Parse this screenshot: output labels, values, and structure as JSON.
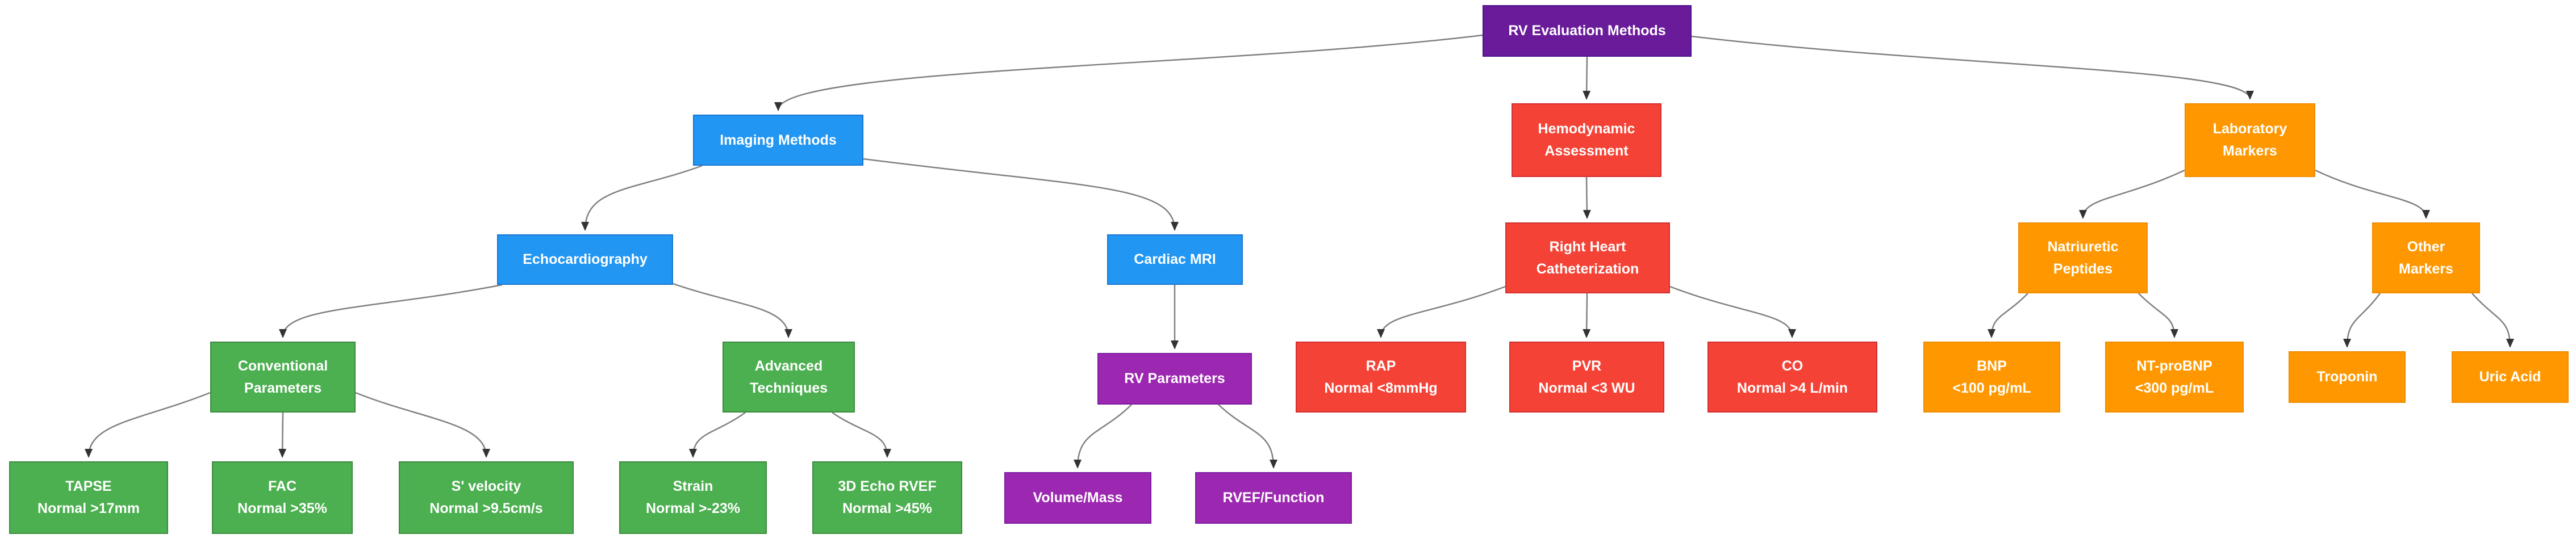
{
  "diagram": {
    "title": "RV Evaluation Methods",
    "type": "flowchart",
    "direction": "top-down"
  },
  "colors": {
    "purple_dark": "#6A1B9A",
    "purple_dark_border": "#4A148C",
    "purple": "#9C27B0",
    "purple_border": "#7B1FA2",
    "blue": "#2196F3",
    "blue_border": "#1976D2",
    "green": "#4CAF50",
    "green_border": "#3D8B40",
    "red": "#F44336",
    "red_border": "#D32F2F",
    "orange": "#FF9800",
    "orange_border": "#EF8C00",
    "edge": "#808080",
    "arrowhead": "#333333",
    "node_text": "#FFFFFF"
  },
  "nodes": {
    "root": {
      "label": "RV Evaluation Methods",
      "color": "purple_dark"
    },
    "imaging": {
      "label": "Imaging Methods",
      "color": "blue"
    },
    "hemodynamic": {
      "label": "Hemodynamic\nAssessment",
      "color": "red"
    },
    "laboratory": {
      "label": "Laboratory\nMarkers",
      "color": "orange"
    },
    "echocardiography": {
      "label": "Echocardiography",
      "color": "blue"
    },
    "cardiac_mri": {
      "label": "Cardiac MRI",
      "color": "blue"
    },
    "right_heart_cath": {
      "label": "Right Heart\nCatheterization",
      "color": "red"
    },
    "natriuretic_peptides": {
      "label": "Natriuretic\nPeptides",
      "color": "orange"
    },
    "other_markers": {
      "label": "Other\nMarkers",
      "color": "orange"
    },
    "conventional_parameters": {
      "label": "Conventional\nParameters",
      "color": "green"
    },
    "advanced_techniques": {
      "label": "Advanced\nTechniques",
      "color": "green"
    },
    "rv_parameters": {
      "label": "RV Parameters",
      "color": "purple"
    },
    "rap": {
      "label": "RAP\nNormal <8mmHg",
      "color": "red"
    },
    "pvr": {
      "label": "PVR\nNormal <3 WU",
      "color": "red"
    },
    "co": {
      "label": "CO\nNormal >4 L/min",
      "color": "red"
    },
    "bnp": {
      "label": "BNP\n<100 pg/mL",
      "color": "orange"
    },
    "nt_probnp": {
      "label": "NT-proBNP\n<300 pg/mL",
      "color": "orange"
    },
    "troponin": {
      "label": "Troponin",
      "color": "orange"
    },
    "uric_acid": {
      "label": "Uric Acid",
      "color": "orange"
    },
    "tapse": {
      "label": "TAPSE\nNormal >17mm",
      "color": "green"
    },
    "fac": {
      "label": "FAC\nNormal >35%",
      "color": "green"
    },
    "s_velocity": {
      "label": "S' velocity\nNormal >9.5cm/s",
      "color": "green"
    },
    "strain": {
      "label": "Strain\nNormal >-23%",
      "color": "green"
    },
    "echo_3d_rvef": {
      "label": "3D Echo RVEF\nNormal >45%",
      "color": "green"
    },
    "volume_mass": {
      "label": "Volume/Mass",
      "color": "purple"
    },
    "rvef_function": {
      "label": "RVEF/Function",
      "color": "purple"
    }
  },
  "edges": [
    {
      "from": "root",
      "to": "imaging"
    },
    {
      "from": "root",
      "to": "hemodynamic"
    },
    {
      "from": "root",
      "to": "laboratory"
    },
    {
      "from": "imaging",
      "to": "echocardiography"
    },
    {
      "from": "imaging",
      "to": "cardiac_mri"
    },
    {
      "from": "echocardiography",
      "to": "conventional_parameters"
    },
    {
      "from": "echocardiography",
      "to": "advanced_techniques"
    },
    {
      "from": "conventional_parameters",
      "to": "tapse"
    },
    {
      "from": "conventional_parameters",
      "to": "fac"
    },
    {
      "from": "conventional_parameters",
      "to": "s_velocity"
    },
    {
      "from": "advanced_techniques",
      "to": "strain"
    },
    {
      "from": "advanced_techniques",
      "to": "echo_3d_rvef"
    },
    {
      "from": "cardiac_mri",
      "to": "rv_parameters"
    },
    {
      "from": "rv_parameters",
      "to": "volume_mass"
    },
    {
      "from": "rv_parameters",
      "to": "rvef_function"
    },
    {
      "from": "hemodynamic",
      "to": "right_heart_cath"
    },
    {
      "from": "right_heart_cath",
      "to": "rap"
    },
    {
      "from": "right_heart_cath",
      "to": "pvr"
    },
    {
      "from": "right_heart_cath",
      "to": "co"
    },
    {
      "from": "laboratory",
      "to": "natriuretic_peptides"
    },
    {
      "from": "laboratory",
      "to": "other_markers"
    },
    {
      "from": "natriuretic_peptides",
      "to": "bnp"
    },
    {
      "from": "natriuretic_peptides",
      "to": "nt_probnp"
    },
    {
      "from": "other_markers",
      "to": "troponin"
    },
    {
      "from": "other_markers",
      "to": "uric_acid"
    }
  ]
}
